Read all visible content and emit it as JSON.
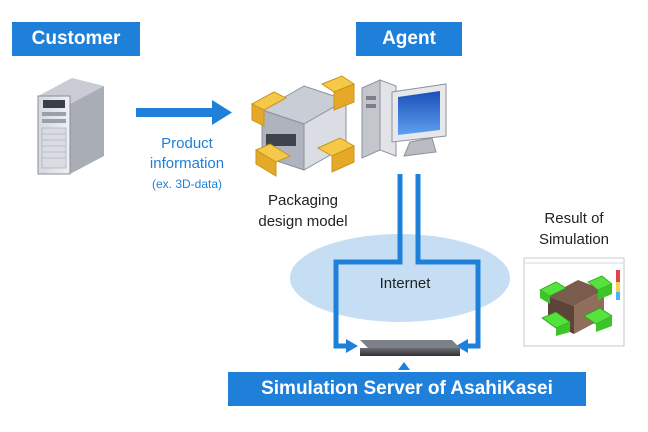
{
  "customer_label": "Customer",
  "agent_label": "Agent",
  "product_info": {
    "line1": "Product",
    "line2": "information",
    "line3": "(ex. 3D-data)"
  },
  "packaging": {
    "line1": "Packaging",
    "line2": "design model"
  },
  "result": {
    "line1": "Result of",
    "line2": "Simulation"
  },
  "internet_label": "Internet",
  "server_label": "Simulation Server of AsahiKasei",
  "colors": {
    "accent": "#1e80d8",
    "cloud": "#c6def4",
    "label_text": "#1e80d8"
  }
}
